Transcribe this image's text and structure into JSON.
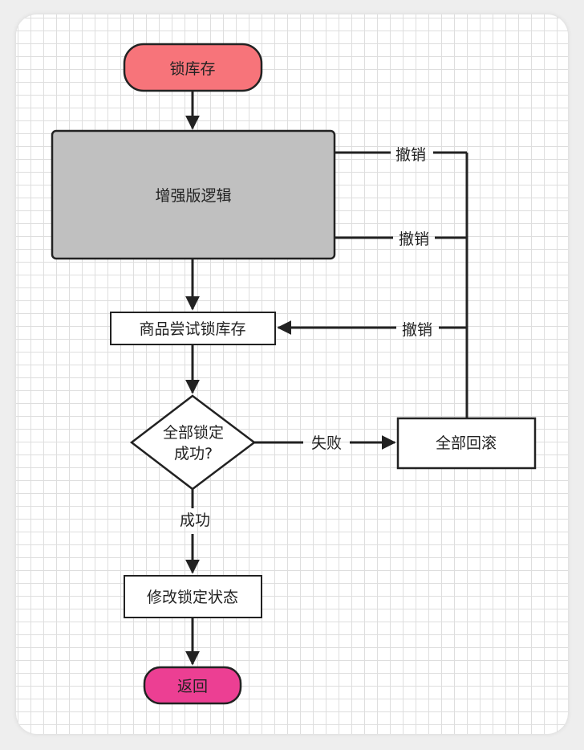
{
  "nodes": {
    "start": "锁库存",
    "enhanced_logic": "增强版逻辑",
    "try_lock": "商品尝试锁库存",
    "decision_line1": "全部锁定",
    "decision_line2": "成功?",
    "rollback": "全部回滚",
    "update_status": "修改锁定状态",
    "end": "返回"
  },
  "edges": {
    "fail": "失败",
    "success": "成功",
    "cancel_1": "撤销",
    "cancel_2": "撤销",
    "cancel_3": "撤销"
  },
  "colors": {
    "start_fill": "#f7747a",
    "end_fill": "#ec3f93",
    "block_fill": "#c0c0c0",
    "line": "#222222"
  }
}
